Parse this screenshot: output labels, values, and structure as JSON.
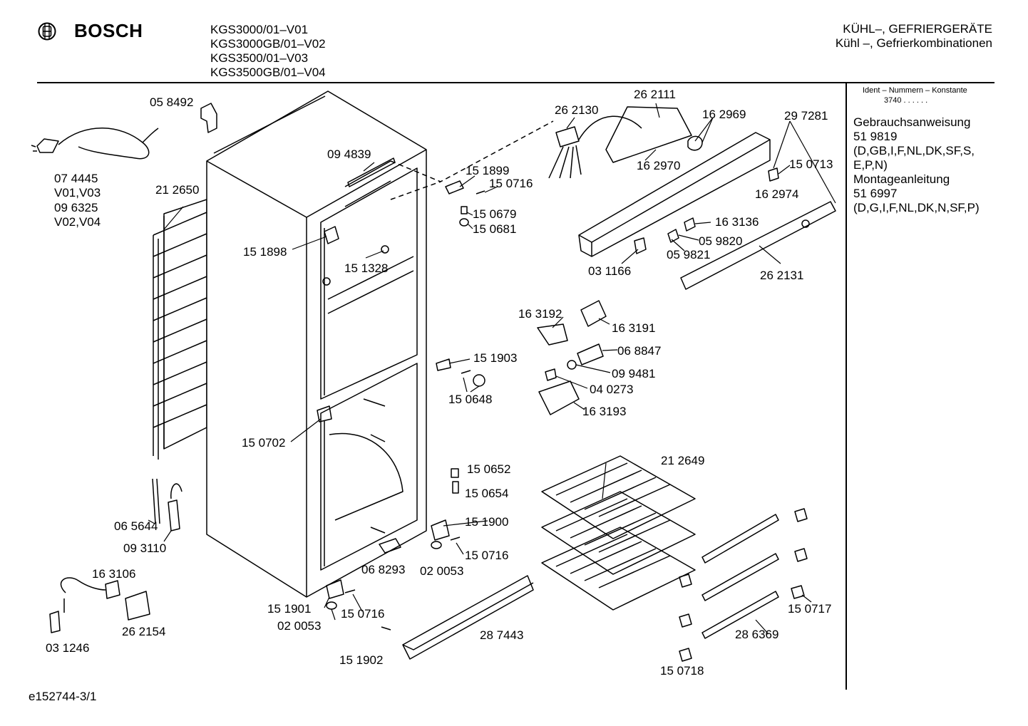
{
  "header": {
    "brand": "BOSCH",
    "models": [
      "KGS3000/01–V01",
      "KGS3000GB/01–V02",
      "KGS3500/01–V03",
      "KGS3500GB/01–V04"
    ],
    "title_line1": "KÜHL–, GEFRIERGERÄTE",
    "title_line2": "Kühl –, Gefrierkombinationen"
  },
  "sidebar": {
    "ident_label": "Ident – Nummern – Konstante",
    "ident_value": "3740  .  .  .  .  .  .",
    "manual_label": "Gebrauchsanweisung",
    "manual_number": "51 9819",
    "manual_langs_1": "(D,GB,I,F,NL,DK,SF,S,",
    "manual_langs_2": "E,P,N)",
    "install_label": "Montageanleitung",
    "install_number": "51 6997",
    "install_langs": "(D,G,I,F,NL,DK,N,SF,P)"
  },
  "footer": {
    "drawing_id": "e152744-3/1"
  },
  "parts": {
    "p058492": "05 8492",
    "p074445": "07 4445",
    "v0103": "V01,V03",
    "p096325": "09 6325",
    "v0204": "V02,V04",
    "p212650": "21 2650",
    "p094839": "09 4839",
    "p151898": "15 1898",
    "p151328": "15 1328",
    "p151899": "15 1899",
    "p150716a": "15 0716",
    "p150679": "15 0679",
    "p150681": "15 0681",
    "p262130": "26 2130",
    "p262111": "26 2111",
    "p162969": "16 2969",
    "p162970": "16 2970",
    "p297281": "29 7281",
    "p150713": "15 0713",
    "p162974": "16 2974",
    "p163136": "16 3136",
    "p059820": "05 9820",
    "p059821": "05 9821",
    "p031166": "03 1166",
    "p262131": "26 2131",
    "p163192": "16 3192",
    "p163191": "16 3191",
    "p151903": "15 1903",
    "p068847": "06 8847",
    "p099481": "09 9481",
    "p150648": "15 0648",
    "p040273": "04 0273",
    "p163193": "16 3193",
    "p150702": "15 0702",
    "p150652": "15 0652",
    "p150654": "15 0654",
    "p212649": "21 2649",
    "p151900": "15 1900",
    "p150716b": "15 0716",
    "p068293": "06 8293",
    "p020053a": "02 0053",
    "p065644": "06 5644",
    "p093110": "09 3110",
    "p163106": "16 3106",
    "p262154": "26 2154",
    "p031246": "03 1246",
    "p151901": "15 1901",
    "p150716c": "15 0716",
    "p020053b": "02 0053",
    "p287443": "28 7443",
    "p151902": "15 1902",
    "p286369": "28 6369",
    "p150717": "15 0717",
    "p150718": "15 0718"
  }
}
